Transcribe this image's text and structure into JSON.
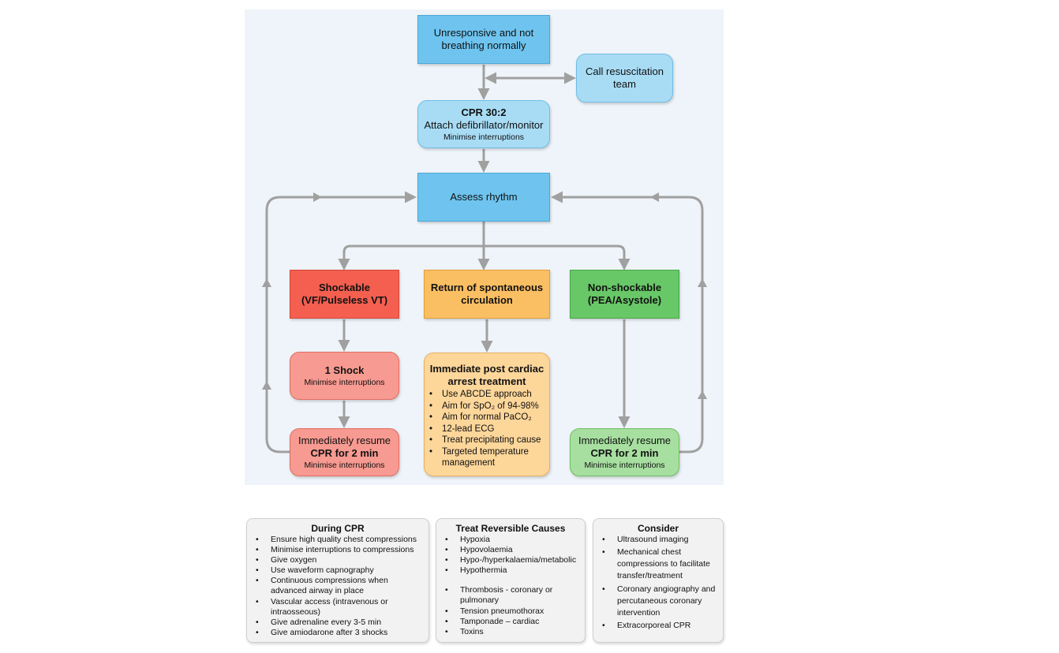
{
  "flowchart": {
    "start": {
      "line1": "Unresponsive and not",
      "line2": "breathing normally"
    },
    "call": {
      "line1": "Call resuscitation",
      "line2": "team"
    },
    "cpr": {
      "title": "CPR 30:2",
      "line2": "Attach defibrillator/monitor",
      "note": "Minimise interruptions"
    },
    "assess": {
      "label": "Assess rhythm"
    },
    "shockable": {
      "line1": "Shockable",
      "line2": "(VF/Pulseless VT)"
    },
    "rosc": {
      "line1": "Return of spontaneous",
      "line2": "circulation"
    },
    "nonshockable": {
      "line1": "Non-shockable",
      "line2": "(PEA/Asystole)"
    },
    "shock": {
      "title": "1 Shock",
      "note": "Minimise interruptions"
    },
    "resume_left": {
      "line1": "Immediately resume",
      "line2": "CPR for 2 min",
      "note": "Minimise interruptions"
    },
    "resume_right": {
      "line1": "Immediately resume",
      "line2": "CPR for 2 min",
      "note": "Minimise interruptions"
    },
    "post": {
      "title1": "Immediate post cardiac",
      "title2": "arrest treatment",
      "items": [
        "Use ABCDE approach",
        "Aim for SpO₂ of 94-98%",
        "Aim for normal PaCO₂",
        "12-lead ECG",
        "Treat precipitating cause",
        "Targeted temperature management"
      ]
    }
  },
  "boxes": {
    "during": {
      "title": "During CPR",
      "items": [
        "Ensure high quality chest compressions",
        "Minimise interruptions to compressions",
        "Give oxygen",
        "Use waveform capnography",
        "Continuous compressions when advanced airway in place",
        "Vascular access (intravenous or intraosseous)",
        "Give adrenaline every 3-5 min",
        "Give amiodarone after 3 shocks"
      ]
    },
    "reversible": {
      "title": "Treat Reversible Causes",
      "items": [
        "Hypoxia",
        "Hypovolaemia",
        "Hypo-/hyperkalaemia/metabolic",
        "Hypothermia",
        "Thrombosis - coronary or pulmonary",
        "Tension pneumothorax",
        "Tamponade – cardiac",
        "Toxins"
      ]
    },
    "consider": {
      "title": "Consider",
      "items": [
        "Ultrasound imaging",
        "Mechanical chest compressions to facilitate transfer/treatment",
        "Coronary angiography and percutaneous coronary intervention",
        "Extracorporeal CPR"
      ]
    }
  },
  "colors": {
    "arrow": "#a0a0a0",
    "panel": "#eef4f9",
    "blue": "#6ec4ef",
    "light_blue": "#a8dcf5",
    "red": "#f45f50",
    "pink": "#f79a91",
    "orange": "#fbbf63",
    "light_orange": "#fdd69a",
    "green": "#68c767",
    "light_green": "#a7dfa0"
  }
}
